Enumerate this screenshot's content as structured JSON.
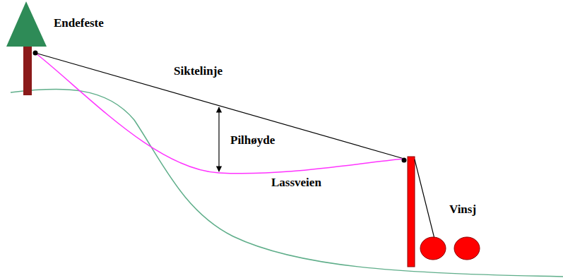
{
  "diagram": {
    "labels": [
      "Endefeste",
      "Siktelinje",
      "Pilhøyde",
      "Lassveien",
      "Vinsj"
    ]
  }
}
